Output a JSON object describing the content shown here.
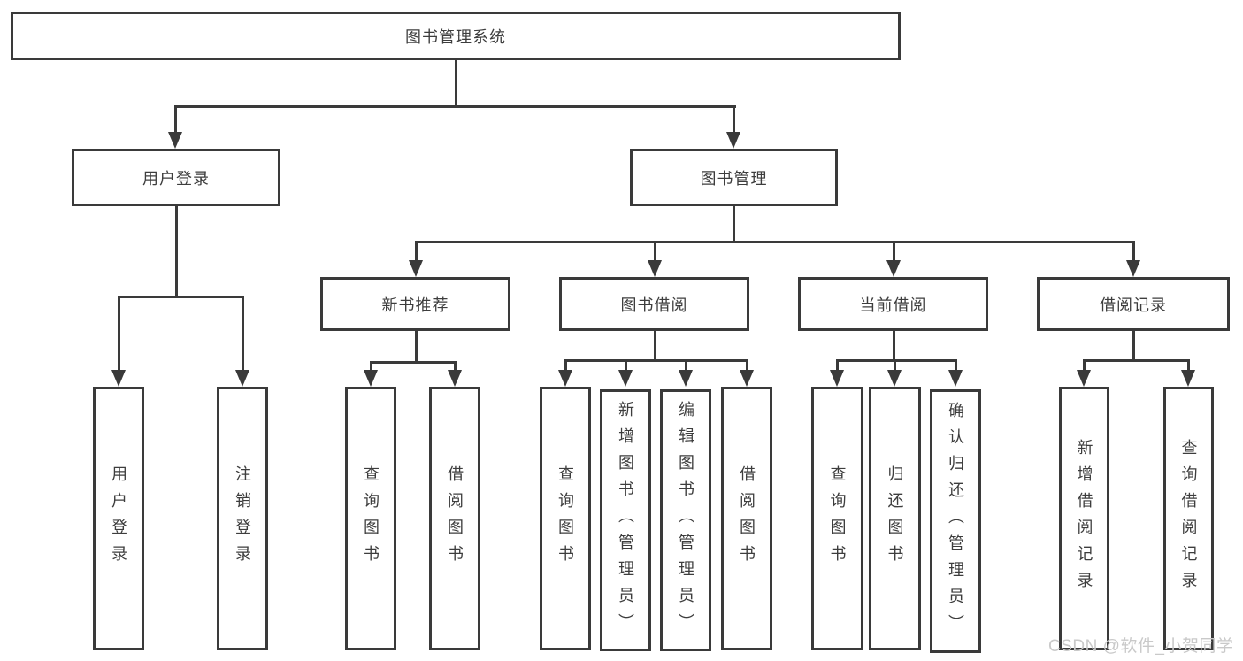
{
  "tree": {
    "root": {
      "label": "图书管理系统",
      "children": [
        {
          "label": "用户登录",
          "children": [
            {
              "label": "用户登录"
            },
            {
              "label": "注销登录"
            }
          ]
        },
        {
          "label": "图书管理",
          "children": [
            {
              "label": "新书推荐",
              "children": [
                {
                  "label": "查询图书"
                },
                {
                  "label": "借阅图书"
                }
              ]
            },
            {
              "label": "图书借阅",
              "children": [
                {
                  "label": "查询图书"
                },
                {
                  "label": "新增图书（管理员）"
                },
                {
                  "label": "编辑图书（管理员）"
                },
                {
                  "label": "借阅图书"
                }
              ]
            },
            {
              "label": "当前借阅",
              "children": [
                {
                  "label": "查询图书"
                },
                {
                  "label": "归还图书"
                },
                {
                  "label": "确认归还（管理员）"
                }
              ]
            },
            {
              "label": "借阅记录",
              "children": [
                {
                  "label": "新增借阅记录"
                },
                {
                  "label": "查询借阅记录"
                }
              ]
            }
          ]
        }
      ]
    }
  },
  "watermark": "CSDN @软件_小贺同学",
  "colors": {
    "line": "#3a3a3a",
    "text": "#3d3d3d",
    "watermark": "#c9c9c9",
    "background": "#ffffff"
  }
}
